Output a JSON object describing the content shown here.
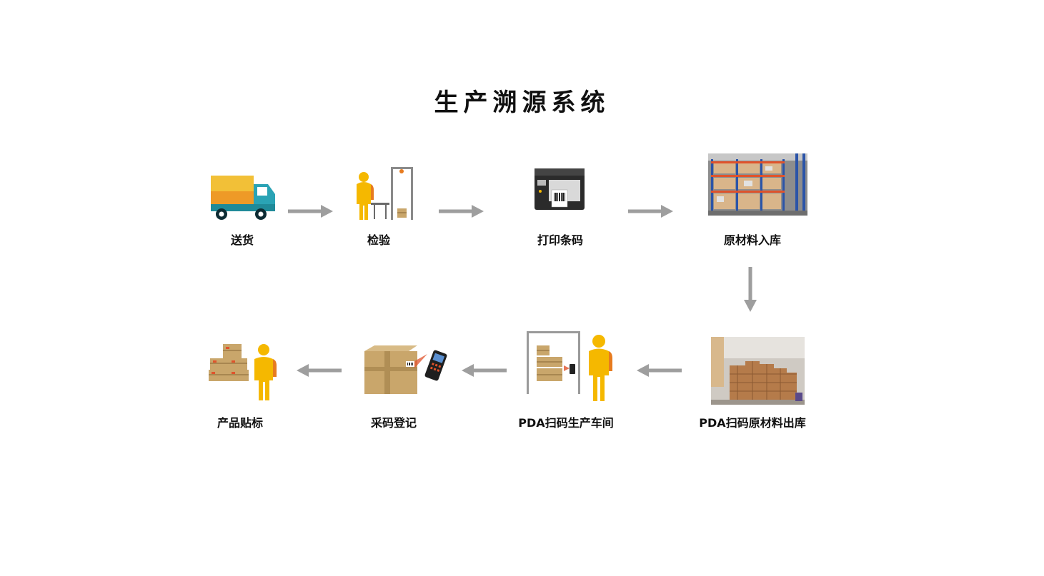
{
  "title": "生产溯源系统",
  "steps": [
    {
      "label": "送货",
      "icon": "delivery-truck-icon"
    },
    {
      "label": "检验",
      "icon": "inspection-gate-icon"
    },
    {
      "label": "打印条码",
      "icon": "barcode-printer-icon"
    },
    {
      "label": "原材料入库",
      "icon": "warehouse-shelves-icon"
    },
    {
      "label": "PDA扫码原材料出库",
      "icon": "warehouse-boxes-icon"
    },
    {
      "label": "PDA扫码生产车间",
      "icon": "workshop-scan-icon"
    },
    {
      "label": "采码登记",
      "icon": "box-scanner-icon"
    },
    {
      "label": "产品贴标",
      "icon": "labeled-boxes-icon"
    }
  ],
  "flow_order": [
    "送货",
    "检验",
    "打印条码",
    "原材料入库",
    "PDA扫码原材料出库",
    "PDA扫码生产车间",
    "采码登记",
    "产品贴标"
  ],
  "colors": {
    "arrow": "#9e9e9e",
    "figure": "#f5b800",
    "box": "#c9a66b",
    "truck_body": "#f0b429",
    "truck_cab": "#2aa3b5"
  }
}
